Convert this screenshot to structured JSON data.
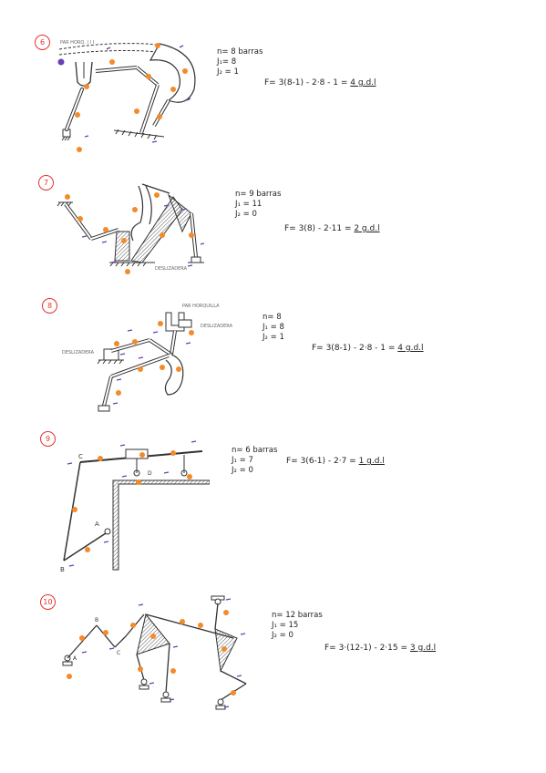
{
  "problems": [
    {
      "number": "6",
      "labels": {
        "pair": "PAR HORQ. I I I"
      },
      "notes": [
        "n= 8 barras",
        "J₁= 8",
        "J₂ = 1"
      ],
      "formula": {
        "expr": "F= 3(8-1) - 2·8 - 1 =",
        "result": "4 g.d.l"
      }
    },
    {
      "number": "7",
      "labels": {
        "slider": "DESLIZADERA"
      },
      "notes": [
        "n= 9 barras",
        "J₁ = 11",
        "J₂ = 0"
      ],
      "formula": {
        "expr": "F= 3(8) - 2·11 =",
        "result": "2 g.d.l"
      }
    },
    {
      "number": "8",
      "labels": {
        "fork": "PAR HORQUILLA",
        "slider_right": "DESLIZADERA",
        "slider_left": "DESLIZADERA"
      },
      "notes": [
        "n= 8",
        "J₁ = 8",
        "J₂ = 1"
      ],
      "formula": {
        "expr": "F= 3(8-1) - 2·8 - 1 =",
        "result": "4 g.d.l"
      }
    },
    {
      "number": "9",
      "notes": [
        "n= 6 barras",
        "J₁ = 7",
        "J₂ = 0"
      ],
      "formula": {
        "expr": "F= 3(6-1) - 2·7 =",
        "result": "1 g.d.l"
      }
    },
    {
      "number": "10",
      "notes": [
        "n= 12 barras",
        "J₁ = 15",
        "J₂ = 0"
      ],
      "formula": {
        "expr": "F= 3·(12-1) - 2·15 =",
        "result": "3 g.d.l"
      }
    }
  ]
}
